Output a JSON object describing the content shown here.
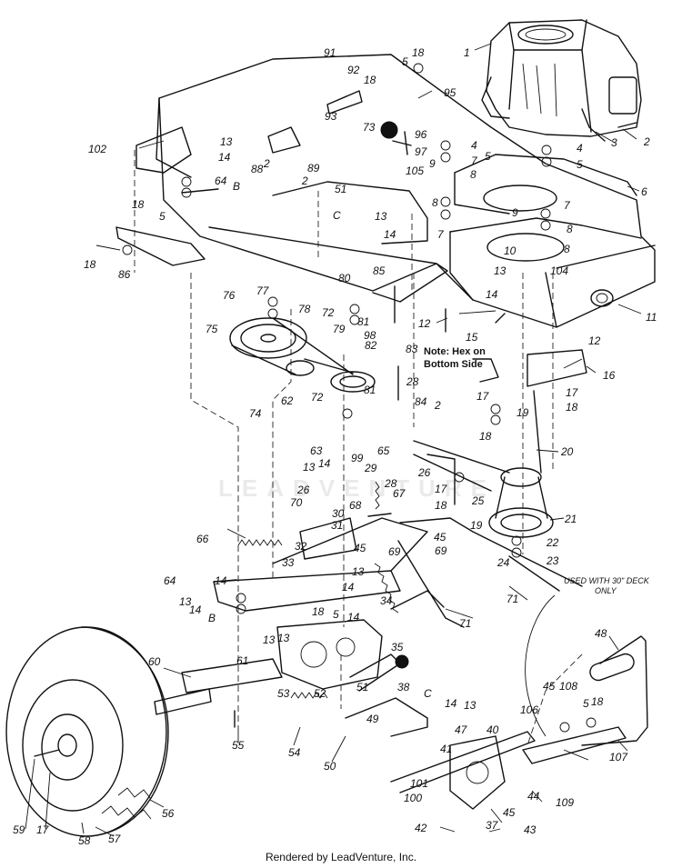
{
  "diagram": {
    "note": [
      "Note: Hex on",
      "Bottom Side"
    ],
    "deck_note": [
      "USED WITH 30\" DECK",
      "ONLY"
    ],
    "watermark": "LEADVENTURE",
    "footer": "Rendered by LeadVenture, Inc.",
    "callouts": [
      "1",
      "2",
      "3",
      "4",
      "5",
      "6",
      "7",
      "8",
      "9",
      "10",
      "11",
      "12",
      "13",
      "14",
      "15",
      "16",
      "17",
      "18",
      "19",
      "20",
      "21",
      "22",
      "23",
      "24",
      "25",
      "26",
      "28",
      "29",
      "30",
      "31",
      "32",
      "33",
      "34",
      "35",
      "37",
      "38",
      "40",
      "41",
      "42",
      "43",
      "44",
      "45",
      "47",
      "48",
      "49",
      "50",
      "51",
      "52",
      "53",
      "54",
      "55",
      "56",
      "57",
      "58",
      "59",
      "60",
      "61",
      "62",
      "63",
      "64",
      "65",
      "66",
      "67",
      "68",
      "69",
      "70",
      "71",
      "72",
      "73",
      "74",
      "75",
      "76",
      "77",
      "78",
      "79",
      "80",
      "81",
      "82",
      "83",
      "84",
      "85",
      "86",
      "88",
      "89",
      "91",
      "92",
      "93",
      "95",
      "96",
      "97",
      "98",
      "99",
      "100",
      "101",
      "102",
      "104",
      "105",
      "106",
      "107",
      "108",
      "109",
      "B",
      "C"
    ]
  }
}
